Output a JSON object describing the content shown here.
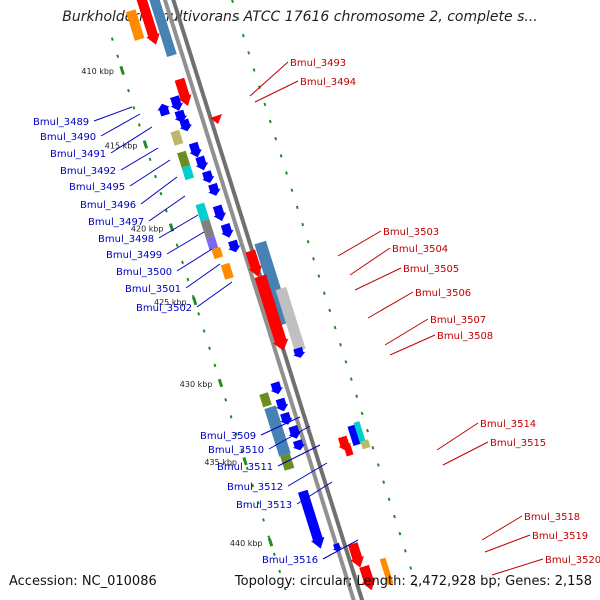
{
  "title": "Burkholderia multivorans ATCC 17616 chromosome 2, complete s...",
  "accession": "Accession: NC_010086",
  "topology": "Topology: circular; Length: 2,472,928 bp; Genes: 2,158",
  "colors": {
    "red": "#ff0000",
    "blue": "#0000ff",
    "steelblue": "#4682b4",
    "silver": "#c0c0c0",
    "gray": "#808080",
    "olive": "#6b8e23",
    "khaki": "#bdb76b",
    "cyan": "#00ced1",
    "purple": "#7b68ee",
    "orange": "#ff8c00",
    "tick": "#228b22",
    "label_blue": "#0000c0",
    "label_red": "#c00000"
  },
  "kbp_labels": [
    "410 kbp",
    "415 kbp",
    "420 kbp",
    "425 kbp",
    "430 kbp",
    "435 kbp",
    "440 kbp"
  ],
  "left_labels": [
    "Bmul_3489",
    "Bmul_3490",
    "Bmul_3491",
    "Bmul_3492",
    "Bmul_3495",
    "Bmul_3496",
    "Bmul_3497",
    "Bmul_3498",
    "Bmul_3499",
    "Bmul_3500",
    "Bmul_3501",
    "Bmul_3502",
    "Bmul_3509",
    "Bmul_3510",
    "Bmul_3511",
    "Bmul_3512",
    "Bmul_3513",
    "Bmul_3516"
  ],
  "right_labels": [
    "Bmul_3493",
    "Bmul_3494",
    "Bmul_3503",
    "Bmul_3504",
    "Bmul_3505",
    "Bmul_3506",
    "Bmul_3507",
    "Bmul_3508",
    "Bmul_3514",
    "Bmul_3515",
    "Bmul_3518",
    "Bmul_3519",
    "Bmul_3520"
  ]
}
